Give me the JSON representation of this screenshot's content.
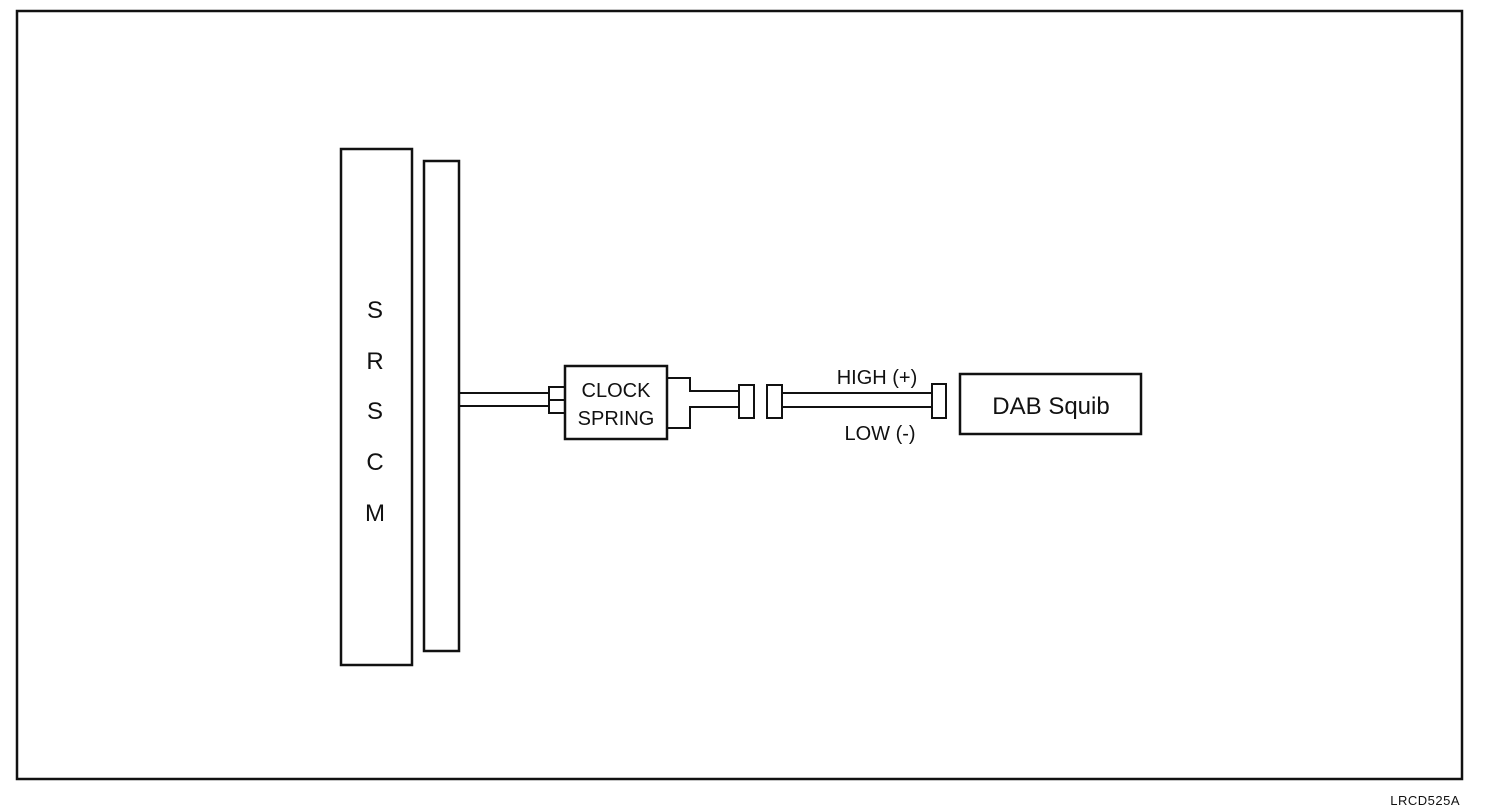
{
  "module": {
    "letters": [
      "S",
      "R",
      "S",
      "C",
      "M"
    ]
  },
  "clock_spring": {
    "line1": "CLOCK",
    "line2": "SPRING"
  },
  "wires": {
    "high": "HIGH (+)",
    "low": "LOW (-)"
  },
  "squib": {
    "label": "DAB Squib"
  },
  "figure_id": "LRCD525A"
}
